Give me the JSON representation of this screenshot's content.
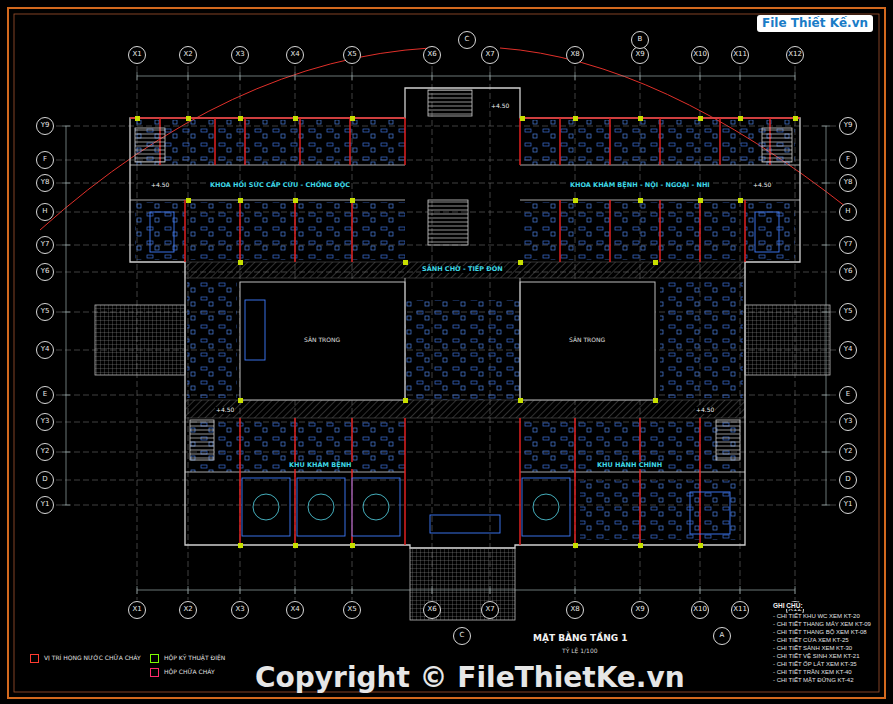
{
  "diagram": {
    "title": "MẶT BẰNG TẦNG 1",
    "labels": [
      "X1",
      "X2",
      "X3",
      "X4",
      "X5",
      "X6",
      "X7",
      "X8",
      "X9",
      "X10",
      "X11",
      "X12",
      "X1",
      "X2",
      "X3",
      "X4",
      "X5",
      "X6",
      "X7",
      "X8",
      "X9",
      "X10",
      "X11",
      "X12",
      "C",
      "B",
      "C",
      "A",
      "Y9",
      "F",
      "Y8",
      "H",
      "Y7",
      "Y6",
      "Y5",
      "Y4",
      "E",
      "Y3",
      "Y2",
      "D",
      "Y1",
      "Y9",
      "F",
      "Y8",
      "H",
      "Y7",
      "Y6",
      "Y5",
      "Y4",
      "E",
      "Y3",
      "Y2",
      "D",
      "Y1",
      "KHOA HỒI SỨC CẤP CỨU - CHỐNG ĐỘC",
      "KHOA KHÁM BỆNH - NỘI - NGOẠI - NHI",
      "SẢNH CHỜ - TIẾP ĐÓN",
      "KHU KHÁM BỆNH",
      "KHU HÀNH CHÍNH",
      "+4.50",
      "+4.50",
      "+4.50",
      "+4.50",
      "+4.50",
      "TỶ LỆ 1/100",
      "GHI CHÚ:",
      "- CHI TIẾT KHU WC XEM KT-20",
      "- CHI TIẾT THANG MÁY XEM KT-09",
      "- CHI TIẾT THANG BỘ XEM KT-08",
      "- CHI TIẾT CỬA XEM KT-25",
      "- CHI TIẾT SẢNH XEM KT-30",
      "- CHI TIẾT VỆ SINH XEM KT-21",
      "- CHI TIẾT ỐP LÁT XEM KT-35",
      "- CHI TIẾT TRẦN XEM KT-40",
      "- CHI TIẾT MẶT ĐỨNG KT-42",
      "SÂN TRONG",
      "SÂN TRONG",
      "Copyright © FileThietKe.vn",
      "File Thiết Kế.vn"
    ],
    "legend": [
      {
        "text": "VỊ TRÍ HỌNG NƯỚC CHỮA CHÁY",
        "color": "#ff3b30"
      },
      {
        "text": "HỘP KỸ THUẬT ĐIỆN",
        "color": "#7cfc00"
      },
      {
        "text": "HỘP CHỮA CHÁY",
        "color": "#ff2a6d"
      }
    ]
  }
}
